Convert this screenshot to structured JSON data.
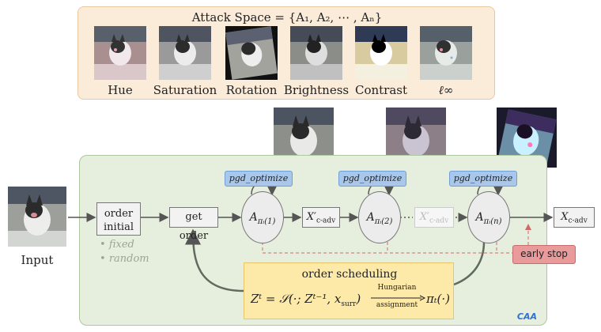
{
  "attack_space": {
    "title": "Attack Space = {A₁, A₂, ⋯ , Aₙ}",
    "items": [
      "Hue",
      "Saturation",
      "Rotation",
      "Brightness",
      "Contrast",
      "ℓ∞"
    ]
  },
  "pipeline": {
    "input_label": "Input",
    "order_initial": "order initial",
    "init_options": [
      "fixed",
      "random"
    ],
    "get_order": "get order",
    "pgd_label": "pgd_optimize",
    "attack_1": "A",
    "attack_1_sub": "πᵢ(1)",
    "attack_2": "A",
    "attack_2_sub": "πᵢ(2)",
    "attack_n": "A",
    "attack_n_sub": "πᵢ(n)",
    "x_cadv_prime": "X′",
    "x_cadv_sub": "c-adv",
    "x_cadv": "X",
    "early_stop": "early stop",
    "caa_label": "CAA"
  },
  "scheduling": {
    "title": "order scheduling",
    "formula_left": "Zᵗ = 𝒮(·; Zᵗ⁻¹, x",
    "formula_surr": "surr",
    "formula_close": ")",
    "arrow_top": "Hungarian",
    "arrow_bottom": "assignment",
    "formula_right": "πₜ(·)"
  },
  "colors": {
    "attack_bg": "#fbebd9",
    "caa_bg": "#e6eedd",
    "pgd": "#a8c7ea",
    "schedule": "#fde9a8",
    "early_stop": "#e99a9a",
    "caa_text": "#2f72d8"
  }
}
